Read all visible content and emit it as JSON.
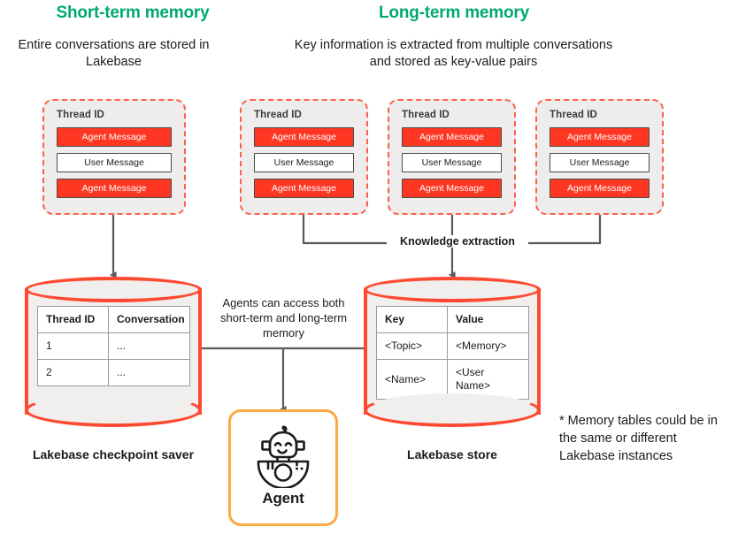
{
  "sections": {
    "short_term": {
      "title": "Short-term memory",
      "subtitle": "Entire conversations are stored in Lakebase"
    },
    "long_term": {
      "title": "Long-term memory",
      "subtitle": "Key information is extracted from multiple conversations and stored as key-value pairs"
    }
  },
  "thread_cards": [
    {
      "title": "Thread ID",
      "messages": [
        {
          "role": "agent",
          "label": "Agent Message"
        },
        {
          "role": "user",
          "label": "User Message"
        },
        {
          "role": "agent",
          "label": "Agent Message"
        }
      ]
    },
    {
      "title": "Thread ID",
      "messages": [
        {
          "role": "agent",
          "label": "Agent Message"
        },
        {
          "role": "user",
          "label": "User Message"
        },
        {
          "role": "agent",
          "label": "Agent Message"
        }
      ]
    },
    {
      "title": "Thread ID",
      "messages": [
        {
          "role": "agent",
          "label": "Agent Message"
        },
        {
          "role": "user",
          "label": "User Message"
        },
        {
          "role": "agent",
          "label": "Agent Message"
        }
      ]
    },
    {
      "title": "Thread ID",
      "messages": [
        {
          "role": "agent",
          "label": "Agent Message"
        },
        {
          "role": "user",
          "label": "User Message"
        },
        {
          "role": "agent",
          "label": "Agent Message"
        }
      ]
    }
  ],
  "knowledge_extraction": {
    "label": "Knowledge extraction"
  },
  "checkpoint_store": {
    "caption": "Lakebase checkpoint saver",
    "table": {
      "headers": [
        "Thread ID",
        "Conversation"
      ],
      "rows": [
        [
          "1",
          "..."
        ],
        [
          "2",
          "..."
        ]
      ]
    }
  },
  "lakebase_store": {
    "caption": "Lakebase store",
    "table": {
      "headers": [
        "Key",
        "Value"
      ],
      "rows": [
        [
          "<Topic>",
          "<Memory>"
        ],
        [
          "<Name>",
          "<User Name>"
        ]
      ]
    }
  },
  "agent": {
    "label": "Agent",
    "icon": "robot-icon",
    "access_note": "Agents can access both short-term and long-term memory"
  },
  "footnote": {
    "text": "* Memory tables could be in the same or different Lakebase instances"
  },
  "colors": {
    "green": "#00a972",
    "red": "#ff3621",
    "red_outline": "#ff4a31",
    "orange": "#fbab41",
    "card_bg": "#eeedeb",
    "line": "#5a5a5c"
  }
}
